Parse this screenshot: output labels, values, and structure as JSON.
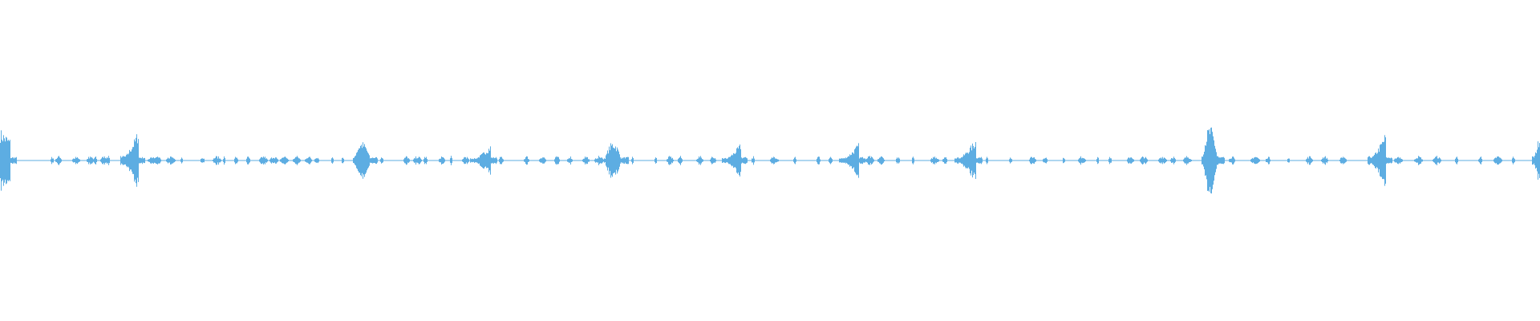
{
  "chart_data": {
    "type": "area",
    "subtype": "audio-waveform",
    "color": "#5dade2",
    "background": "#ffffff",
    "ylim": [
      -1,
      1
    ],
    "xlim": [
      0,
      1000
    ],
    "grid": false,
    "bursts": [
      {
        "start": 0,
        "end": 7,
        "peak": 0.2,
        "shape": "decay"
      },
      {
        "start": 78,
        "end": 90,
        "peak": 0.2,
        "shape": "rise"
      },
      {
        "start": 229,
        "end": 241,
        "peak": 0.12,
        "shape": "peak"
      },
      {
        "start": 305,
        "end": 319,
        "peak": 0.1,
        "shape": "rise"
      },
      {
        "start": 392,
        "end": 404,
        "peak": 0.12,
        "shape": "peak"
      },
      {
        "start": 469,
        "end": 481,
        "peak": 0.11,
        "shape": "rise"
      },
      {
        "start": 545,
        "end": 558,
        "peak": 0.11,
        "shape": "rise"
      },
      {
        "start": 620,
        "end": 634,
        "peak": 0.14,
        "shape": "rise"
      },
      {
        "start": 780,
        "end": 791,
        "peak": 0.22,
        "shape": "peak"
      },
      {
        "start": 888,
        "end": 900,
        "peak": 0.18,
        "shape": "rise"
      },
      {
        "start": 995,
        "end": 1000,
        "peak": 0.18,
        "shape": "rise"
      }
    ],
    "blips": [
      33,
      36,
      47,
      56,
      61,
      65,
      70,
      96,
      100,
      108,
      117,
      130,
      138,
      145,
      152,
      160,
      168,
      175,
      182,
      190,
      198,
      204,
      215,
      222,
      247,
      262,
      268,
      275,
      285,
      292,
      300,
      324,
      340,
      350,
      360,
      368,
      378,
      386,
      410,
      425,
      433,
      440,
      452,
      461,
      488,
      500,
      515,
      530,
      538,
      562,
      570,
      582,
      592,
      604,
      612,
      640,
      655,
      668,
      677,
      690,
      700,
      712,
      720,
      732,
      740,
      752,
      760,
      768,
      798,
      812,
      822,
      836,
      848,
      858,
      870,
      905,
      918,
      930,
      945,
      960,
      970,
      982
    ]
  }
}
